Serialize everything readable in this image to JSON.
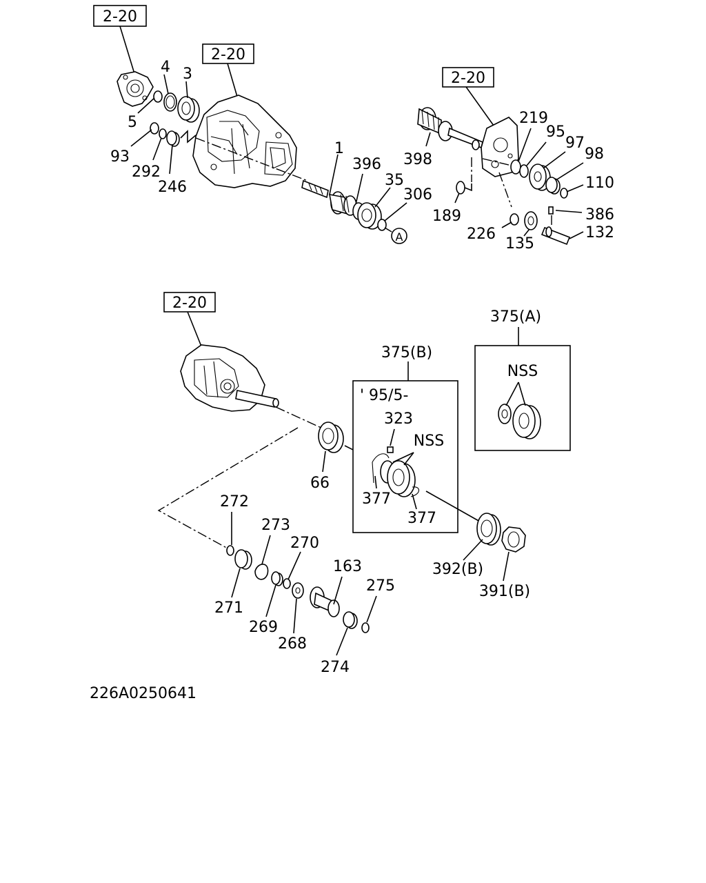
{
  "figure_code": "226A0250641",
  "ref_label": "2-20",
  "nss": "NSS",
  "callout_a": "A",
  "date_note": "' 95/5-",
  "parts": {
    "p1": "1",
    "p3": "3",
    "p4": "4",
    "p5": "5",
    "p35": "35",
    "p66": "66",
    "p93": "93",
    "p95": "95",
    "p97": "97",
    "p98": "98",
    "p110": "110",
    "p132": "132",
    "p135": "135",
    "p163": "163",
    "p189": "189",
    "p219": "219",
    "p226": "226",
    "p246": "246",
    "p268": "268",
    "p269": "269",
    "p270": "270",
    "p271": "271",
    "p272": "272",
    "p273": "273",
    "p274": "274",
    "p275": "275",
    "p292": "292",
    "p306": "306",
    "p323": "323",
    "p375a": "375(A)",
    "p375b": "375(B)",
    "p377a": "377",
    "p377b": "377",
    "p386": "386",
    "p391b": "391(B)",
    "p392b": "392(B)",
    "p396": "396",
    "p398": "398"
  }
}
